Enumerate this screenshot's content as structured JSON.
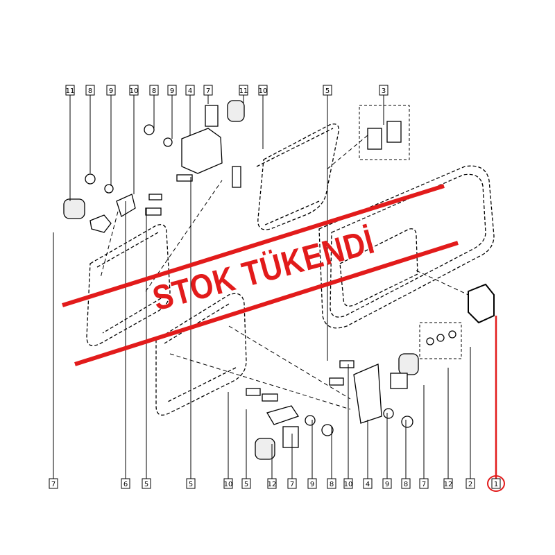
{
  "callouts_top": [
    "11",
    "8",
    "9",
    "10",
    "8",
    "9",
    "4",
    "7",
    "11",
    "10",
    "5",
    "3"
  ],
  "callouts_bottom": [
    "7",
    "6",
    "5",
    "5",
    "10",
    "5",
    "12",
    "7",
    "9",
    "8",
    "10",
    "4",
    "9",
    "8",
    "7",
    "12",
    "2",
    "1"
  ],
  "highlighted_part": "1",
  "stamp": {
    "text": "STOK TÜKENDİ",
    "color": "#e21b1b"
  },
  "colors": {
    "line": "#000000",
    "highlight": "#e21b1b"
  }
}
